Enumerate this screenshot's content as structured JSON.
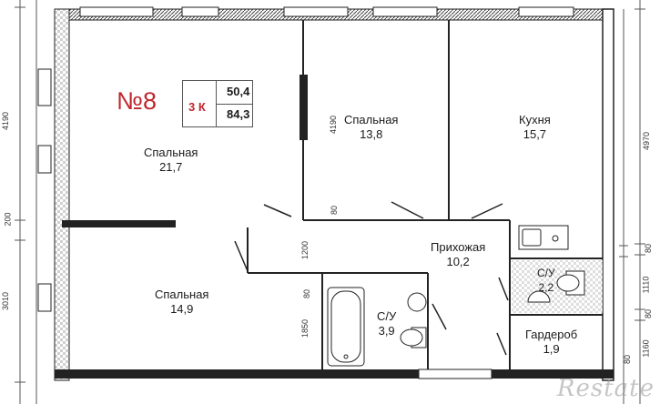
{
  "apartment": {
    "number": "№8",
    "rooms": "3 К",
    "living_area": "50,4",
    "total_area": "84,3"
  },
  "rooms": [
    {
      "name": "Спальная",
      "area": "21,7"
    },
    {
      "name": "Спальная",
      "area": "13,8"
    },
    {
      "name": "Кухня",
      "area": "15,7"
    },
    {
      "name": "Прихожая",
      "area": "10,2"
    },
    {
      "name": "Спальная",
      "area": "14,9"
    },
    {
      "name": "С/У",
      "area": "3,9"
    },
    {
      "name": "С/У",
      "area": "2,2"
    },
    {
      "name": "Гардероб",
      "area": "1,9"
    }
  ],
  "dimensions": {
    "left": [
      "4190",
      "200",
      "3010"
    ],
    "right": [
      "4970",
      "80",
      "1110",
      "80",
      "1160"
    ],
    "inner": [
      "4190",
      "80",
      "1200",
      "80",
      "1850",
      "80"
    ]
  },
  "watermark": "Restate",
  "colors": {
    "accent": "#c0262d",
    "wall": "#222222",
    "tile": "#cfcfcf"
  }
}
